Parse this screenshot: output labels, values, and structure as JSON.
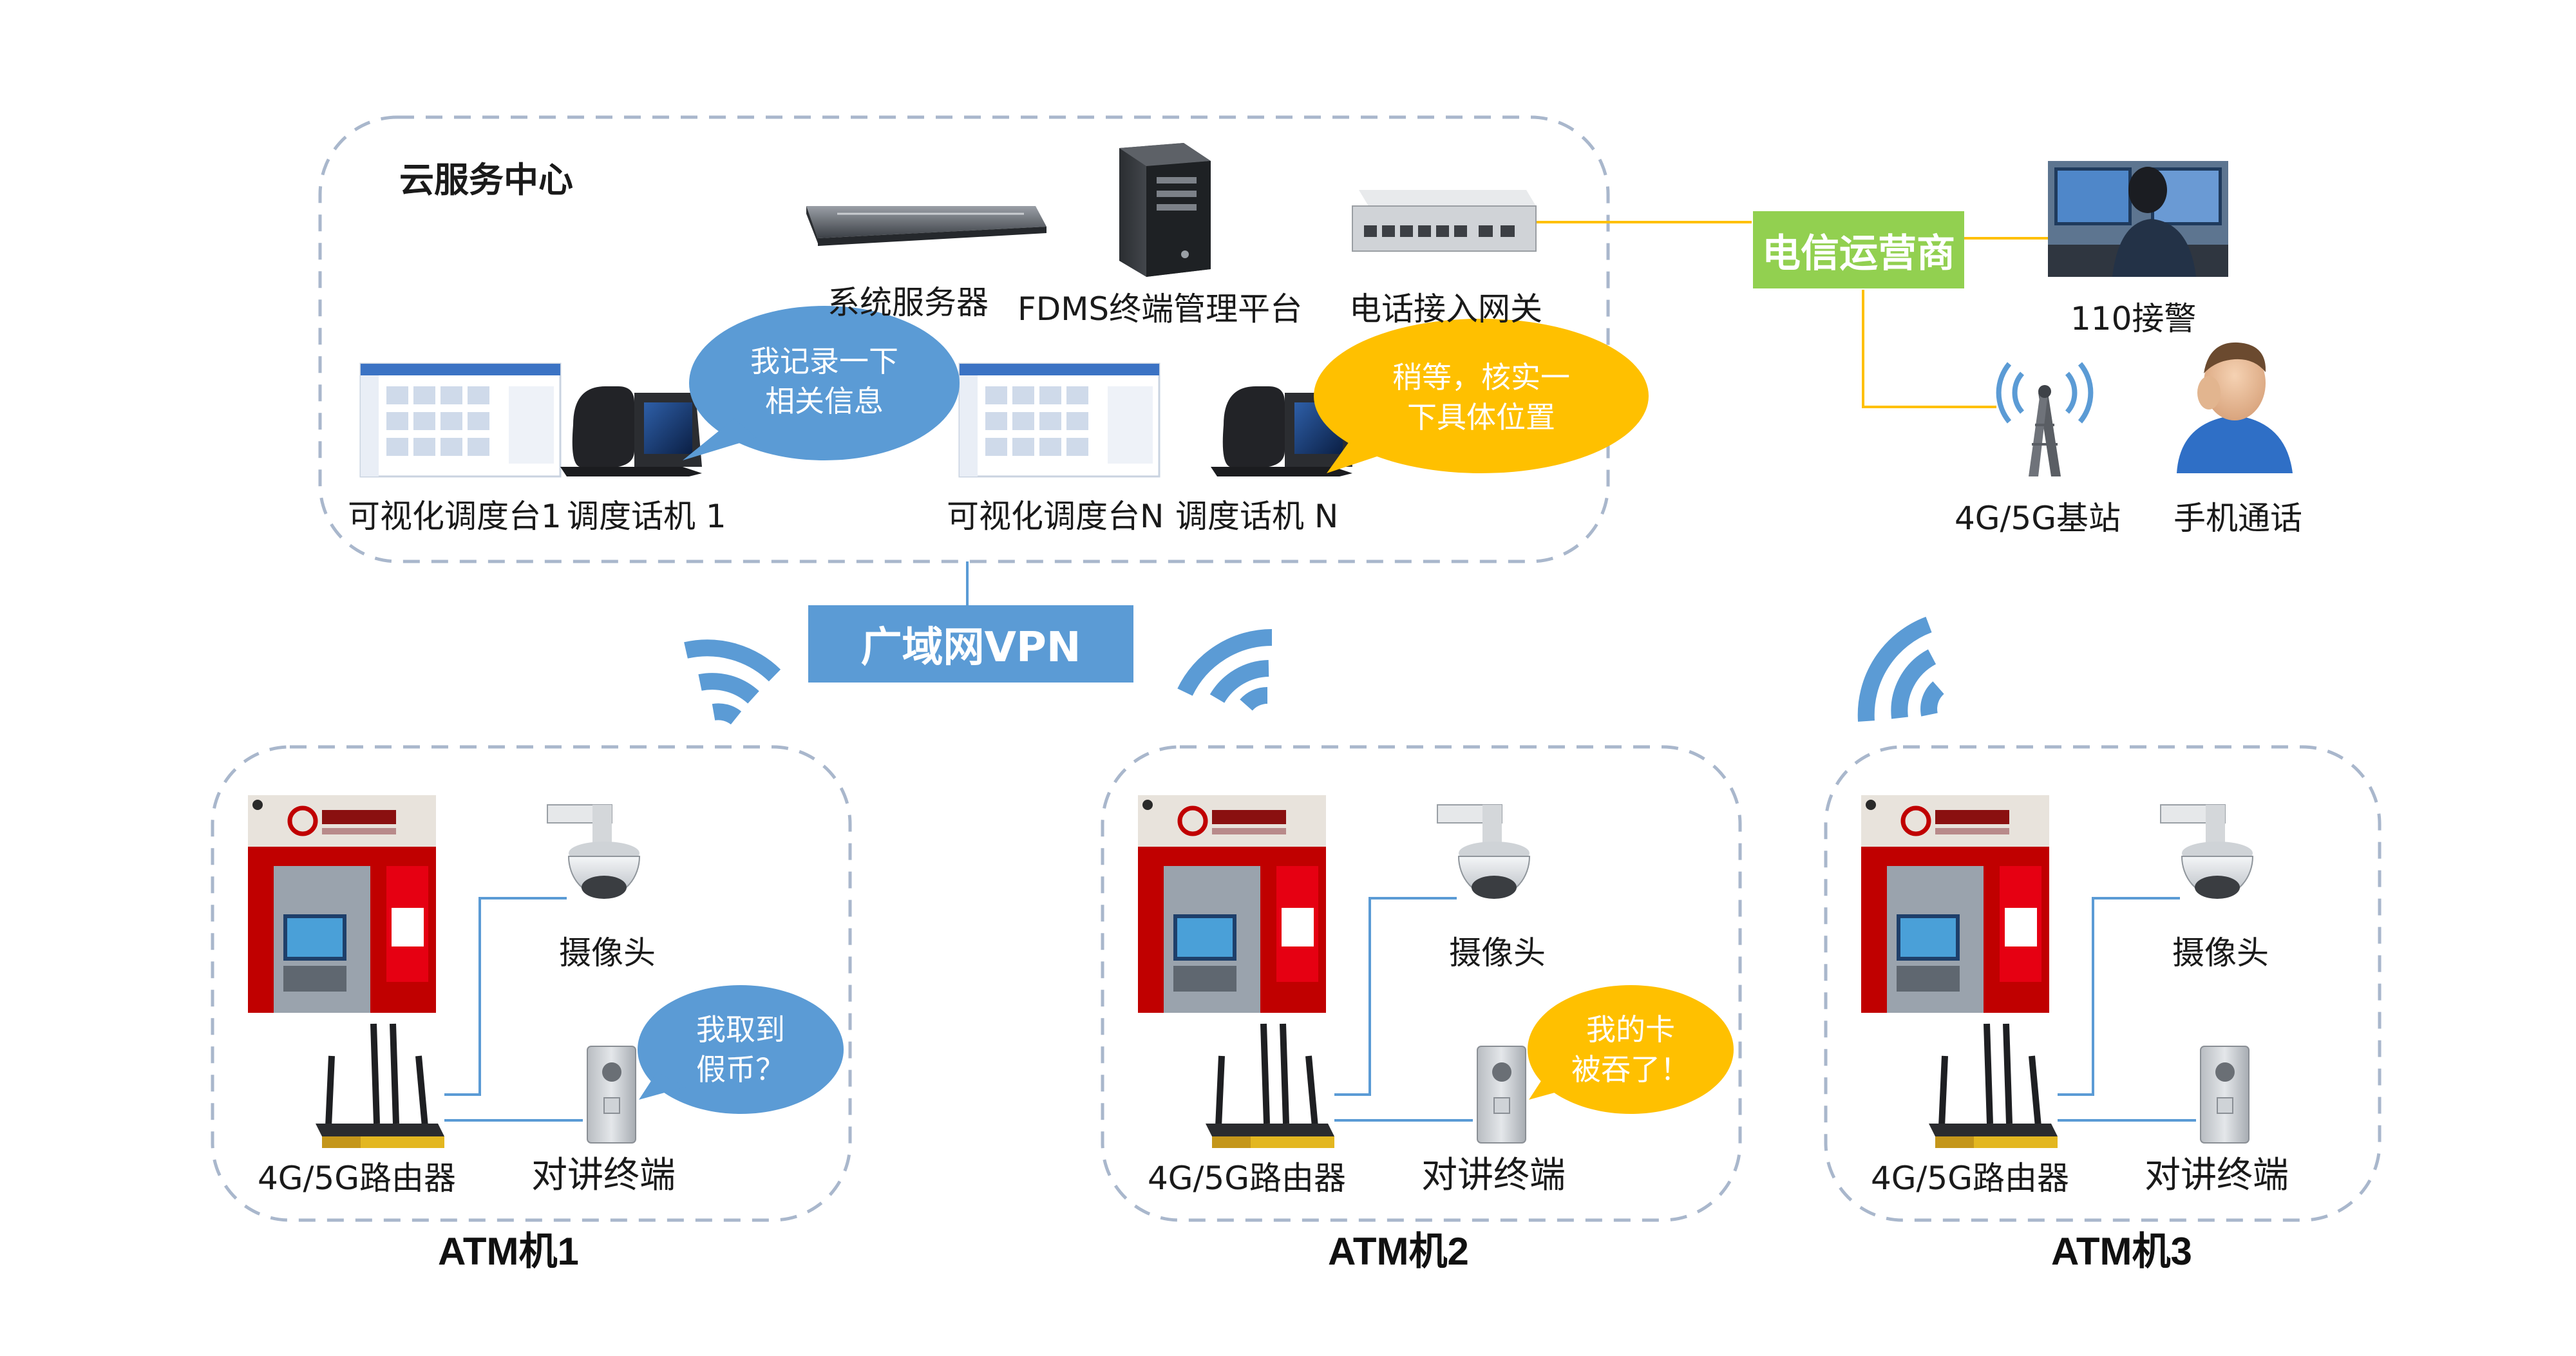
{
  "cloud": {
    "title": "云服务中心",
    "system_server": "系统服务器",
    "fdms_platform": "FDMS终端管理平台",
    "phone_gateway": "电话接入网关",
    "console_1": "可视化调度台1",
    "phone_1": "调度话机 1",
    "console_n": "可视化调度台N",
    "phone_n": "调度话机 N",
    "bubble_1_line1": "我记录一下",
    "bubble_1_line2": "相关信息",
    "bubble_2_line1": "稍等，核实一",
    "bubble_2_line2": "下具体位置"
  },
  "telecom": {
    "carrier": "电信运营商",
    "police": "110接警",
    "base_station": "4G/5G基站",
    "mobile_call": "手机通话"
  },
  "wan": {
    "label": "广域网VPN"
  },
  "atms": [
    {
      "title": "ATM机1",
      "camera": "摄像头",
      "router": "4G/5G路由器",
      "intercom": "对讲终端",
      "bubble_line1": "我取到",
      "bubble_line2": "假币？",
      "bubble_color": "#5b9bd5"
    },
    {
      "title": "ATM机2",
      "camera": "摄像头",
      "router": "4G/5G路由器",
      "intercom": "对讲终端",
      "bubble_line1": "我的卡",
      "bubble_line2": "被吞了！",
      "bubble_color": "#ffc000"
    },
    {
      "title": "ATM机3",
      "camera": "摄像头",
      "router": "4G/5G路由器",
      "intercom": "对讲终端",
      "bubble_line1": "",
      "bubble_line2": "",
      "bubble_color": ""
    }
  ],
  "colors": {
    "dash_border": "#a9b7cc",
    "wan_blue": "#5b9bd5",
    "carrier_green": "#92d050",
    "bubble_blue": "#5b9bd5",
    "bubble_yellow": "#ffc000",
    "connector_yellow": "#ffc000",
    "connector_blue": "#5b9bd5",
    "bank_red": "#c00000"
  }
}
